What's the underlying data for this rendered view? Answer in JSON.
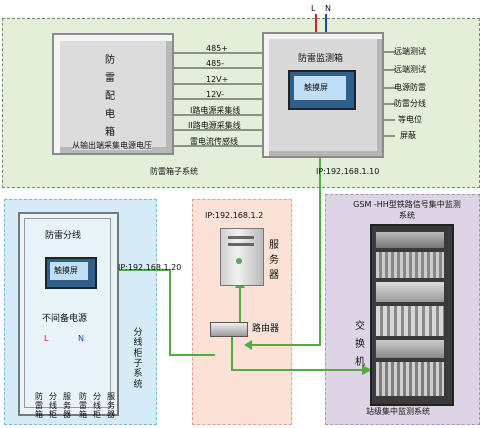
{
  "top_system": {
    "caption": "防雷箱子系统",
    "lightning_box": {
      "text": "防雷配电箱",
      "bottom_label": "从输出端采集电源电压"
    },
    "signals": [
      "485+",
      "485-",
      "12V+",
      "12V-",
      "I路电源采集线",
      "II路电源采集线",
      "雷电流传感线"
    ],
    "monitor_box": {
      "title": "防雷监测箱",
      "screen": "触摸屏"
    },
    "outputs": [
      "远端测试",
      "远端测试",
      "电源防雷",
      "防雷分线",
      "等电位",
      "屏蔽"
    ],
    "power_labels": [
      "L",
      "N"
    ],
    "ip": "IP:192.168.1.10"
  },
  "left_system": {
    "title": "防雷分线",
    "screen": "触摸屏",
    "ip": "IP:192.168.1.20",
    "ups_title": "不间备电源",
    "power_labels": [
      "L",
      "N"
    ],
    "terminals": [
      "防雷箱",
      "分线柜",
      "服务器",
      "防雷箱",
      "分线柜",
      "服务器"
    ],
    "caption": "分线柜子系统"
  },
  "middle_system": {
    "ip": "IP:192.168.1.2",
    "server_label": "服务器",
    "router_label": "路由器"
  },
  "right_system": {
    "title": "GSM -HH型铁路信号集中监测系统",
    "switch_label": "交换机",
    "caption": "站级集中监测系统"
  },
  "colors": {
    "green_panel": "#dff0d8",
    "blue_panel": "#d6ecfa",
    "pink_panel": "#fbe1d8",
    "purple_panel": "#ddd6e6",
    "wire_green": "#4fae3d",
    "red": "#d42020",
    "blue": "#2244bb"
  }
}
